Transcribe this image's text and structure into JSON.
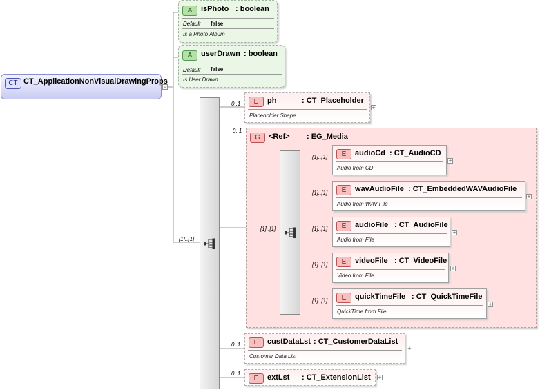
{
  "root": {
    "badge": "CT",
    "name": "CT_ApplicationNonVisualDrawingProps"
  },
  "attributes": [
    {
      "badge": "A",
      "name": "isPhoto",
      "type": ": boolean",
      "default_label": "Default",
      "default_value": "false",
      "doc": "Is a Photo Album"
    },
    {
      "badge": "A",
      "name": "userDrawn",
      "type": ": boolean",
      "default_label": "Default",
      "default_value": "false",
      "doc": "Is User Drawn"
    }
  ],
  "sequence_cardinality": "[1]..[1]",
  "elements": {
    "ph": {
      "badge": "E",
      "name": "ph",
      "type": ": CT_Placeholder",
      "doc": "Placeholder Shape",
      "cardinality": "0..1"
    },
    "group": {
      "badge": "G",
      "name": "<Ref>",
      "type": ": EG_Media",
      "cardinality": "0..1",
      "choice_cardinality": "[1]..[1]"
    },
    "custDataLst": {
      "badge": "E",
      "name": "custDataLst",
      "type": ": CT_CustomerDataList",
      "doc": "Customer Data List",
      "cardinality": "0..1"
    },
    "extLst": {
      "badge": "E",
      "name": "extLst",
      "type": ": CT_ExtensionList",
      "cardinality": "0..1"
    }
  },
  "media": [
    {
      "badge": "E",
      "name": "audioCd",
      "type": ": CT_AudioCD",
      "doc": "Audio from CD",
      "cardinality": "[1]..[1]"
    },
    {
      "badge": "E",
      "name": "wavAudioFile",
      "type": ": CT_EmbeddedWAVAudioFile",
      "doc": "Audio from WAV File",
      "cardinality": "[1]..[1]"
    },
    {
      "badge": "E",
      "name": "audioFile",
      "type": ": CT_AudioFile",
      "doc": "Audio from File",
      "cardinality": "[1]..[1]"
    },
    {
      "badge": "E",
      "name": "videoFile",
      "type": ": CT_VideoFile",
      "doc": "Video from File",
      "cardinality": "[1]..[1]"
    },
    {
      "badge": "E",
      "name": "quickTimeFile",
      "type": ": CT_QuickTimeFile",
      "doc": "QuickTime from File",
      "cardinality": "[1]..[1]"
    }
  ],
  "colors": {
    "attribute_fill": "#eaf7e6",
    "element_fill": "#ffeeee",
    "group_fill": "#ffe1e1",
    "complex_type_fill": "#c9ccf3"
  }
}
